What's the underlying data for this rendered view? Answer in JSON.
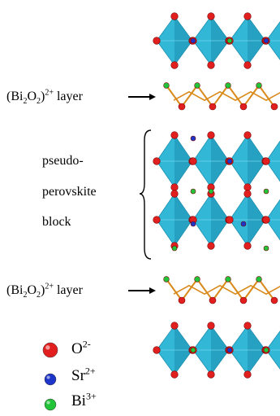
{
  "layer_label": {
    "prefix": "(Bi",
    "sub1": "2",
    "mid": "O",
    "sub2": "2",
    "close": ")",
    "charge": "2+",
    "suffix": " layer"
  },
  "block_label": {
    "line1": "pseudo-",
    "line2": "perovskite",
    "line3": "block"
  },
  "legend": [
    {
      "symbol": "O",
      "charge": "2-",
      "color": "#e21f1f"
    },
    {
      "symbol": "Sr",
      "charge": "2+",
      "color": "#1d35c8"
    },
    {
      "symbol": "Bi",
      "charge": "3+",
      "color": "#22c43a"
    }
  ],
  "colors": {
    "octahedron": "#33b7d6",
    "octahedron_dark": "#1d8fb0",
    "bond": "#d98a1a"
  }
}
